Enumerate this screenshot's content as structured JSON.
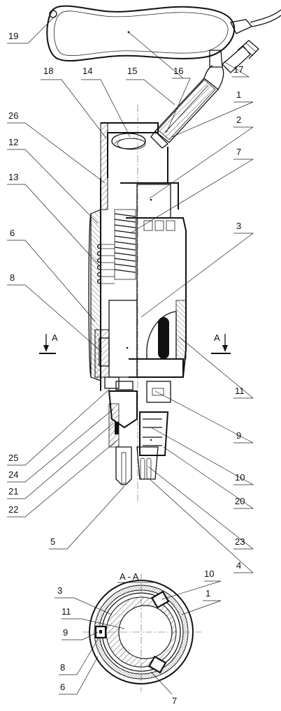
{
  "section_title": "A - A",
  "section_marks": {
    "left": "A",
    "right": "A"
  },
  "labels_left": [
    "19",
    "18",
    "14",
    "15",
    "16",
    "26",
    "12",
    "13",
    "6",
    "8",
    "25",
    "24",
    "21",
    "22",
    "5"
  ],
  "labels_right": [
    "17",
    "1",
    "2",
    "7",
    "3",
    "11",
    "9",
    "10",
    "20",
    "23",
    "4"
  ],
  "labels_section": [
    "3",
    "11",
    "9",
    "8",
    "6",
    "10",
    "1",
    "7"
  ]
}
